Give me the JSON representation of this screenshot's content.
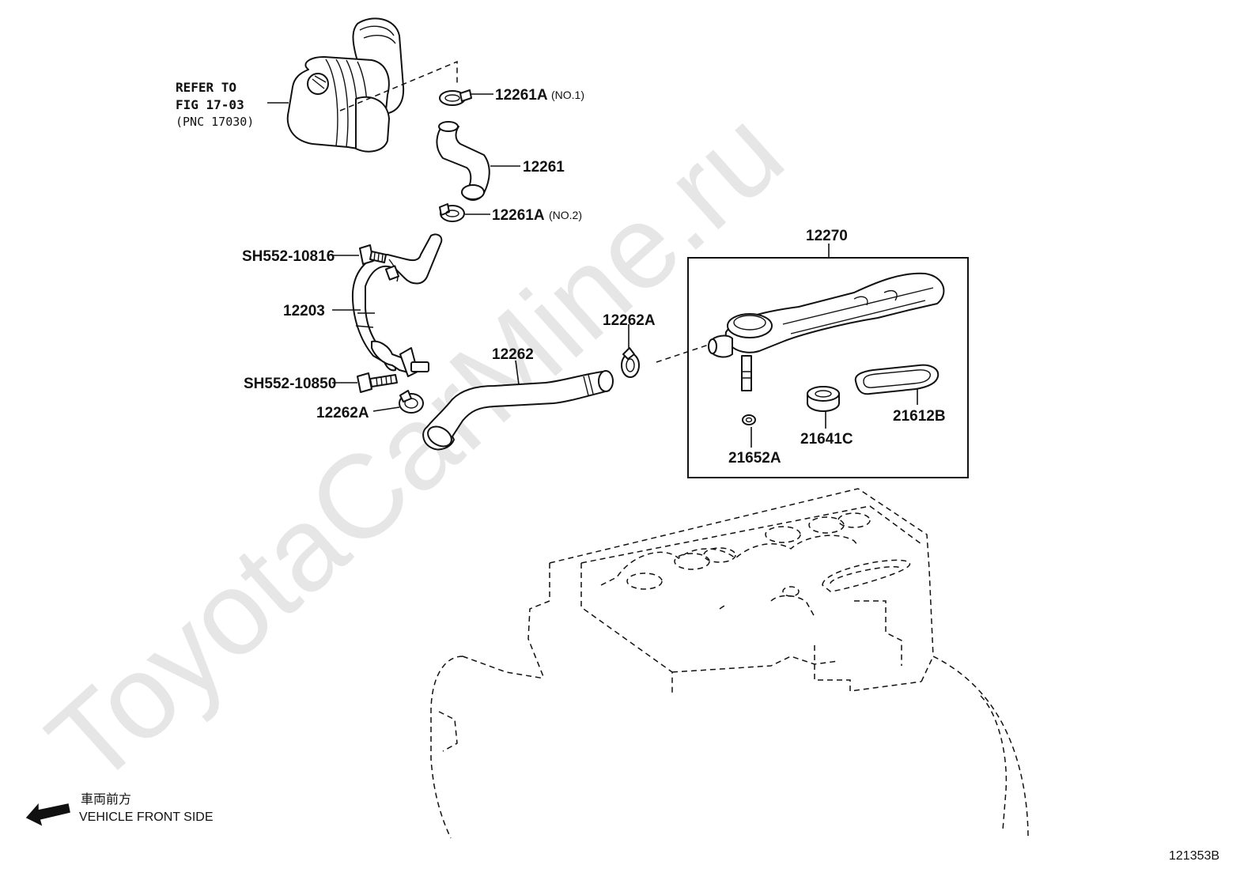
{
  "watermark": "ToyotaCarMine.ru",
  "callouts": {
    "refer_line1": "REFER TO",
    "refer_line2": "FIG 17-03",
    "refer_line3": "(PNC 17030)",
    "p12261A_no1": "12261A",
    "p12261A_no1_suffix": "(NO.1)",
    "p12261": "12261",
    "p12261A_no2": "12261A",
    "p12261A_no2_suffix": "(NO.2)",
    "sh552_10816": "SH552-10816",
    "p12203": "12203",
    "sh552_10850": "SH552-10850",
    "p12262A_left": "12262A",
    "p12262": "12262",
    "p12262A_right": "12262A",
    "p12270": "12270",
    "p21652A": "21652A",
    "p21641C": "21641C",
    "p21612B": "21612B"
  },
  "direction": {
    "jp": "車両前方",
    "en": "VEHICLE FRONT SIDE"
  },
  "figure_number": "121353B"
}
